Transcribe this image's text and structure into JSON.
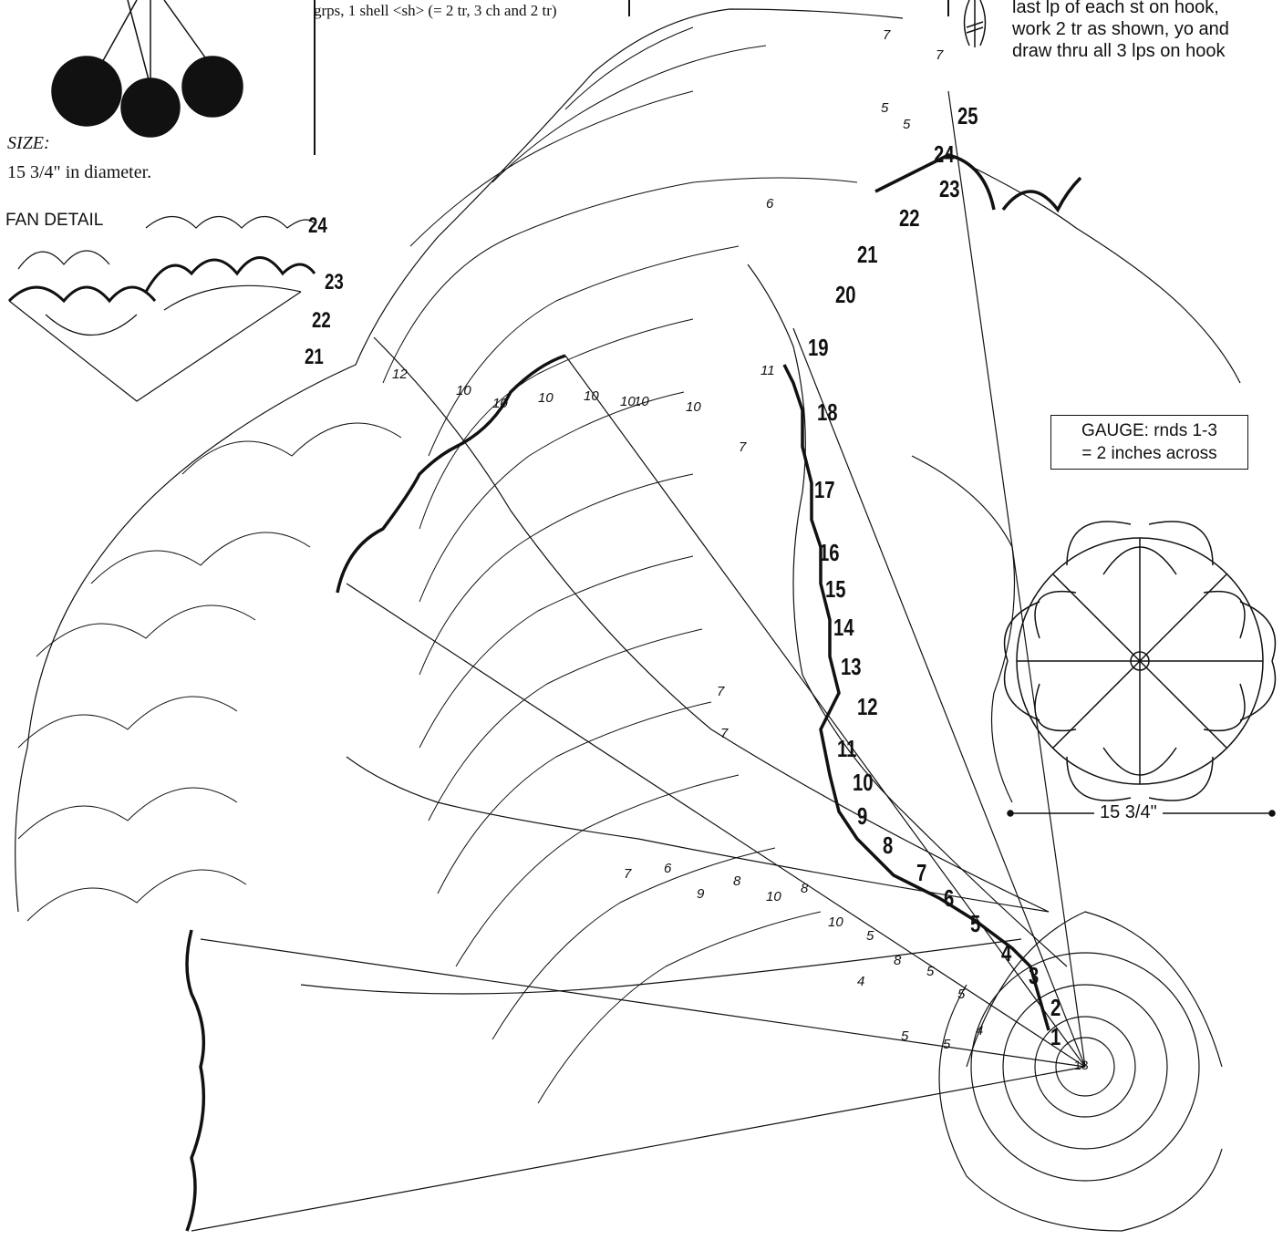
{
  "size": {
    "label": "SIZE:",
    "value": "15 3/4\" in diameter."
  },
  "abbreviation_note": "grps, 1 shell <sh> (= 2 tr, 3 ch and 2 tr)",
  "hook_note": [
    "last lp of each st on hook,",
    "work 2 tr as shown, yo and",
    "draw thru all 3 lps on hook"
  ],
  "fan_detail": {
    "title": "FAN DETAIL",
    "round_labels": [
      "24",
      "23",
      "22",
      "21"
    ]
  },
  "gauge": {
    "line1": "GAUGE: rnds 1-3",
    "line2": "= 2 inches across"
  },
  "diameter_label": "15 3/4\"",
  "round_labels": [
    "1",
    "2",
    "3",
    "4",
    "5",
    "6",
    "7",
    "8",
    "9",
    "10",
    "11",
    "12",
    "13",
    "14",
    "15",
    "16",
    "17",
    "18",
    "19",
    "20",
    "21",
    "22",
    "23",
    "24",
    "25"
  ],
  "inner_chain_counts": [
    "13",
    "12",
    "10",
    "10",
    "10",
    "10",
    "10",
    "10",
    "10",
    "11",
    "7",
    "7",
    "7",
    "7",
    "6",
    "9",
    "8",
    "10",
    "8",
    "10",
    "8",
    "5",
    "4",
    "5",
    "5",
    "5",
    "4",
    "5",
    "6",
    "7",
    "7",
    "5",
    "5"
  ],
  "colors": {
    "ink": "#111111",
    "paper": "#ffffff"
  }
}
